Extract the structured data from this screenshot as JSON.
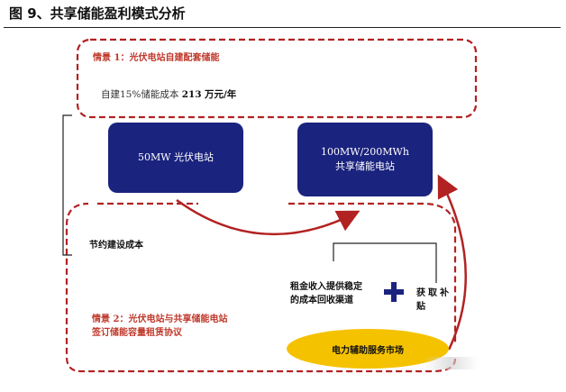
{
  "figure": {
    "title": "图 9、共享储能盈利模式分析"
  },
  "scenario1": {
    "label": "情景 1：光伏电站自建配套储能",
    "cost_prefix": "自建15%储能成本",
    "cost_value": "213",
    "cost_unit": "万元/年"
  },
  "stations": {
    "pv": {
      "line1": "50MW 光伏电站"
    },
    "storage": {
      "line1": "100MW/200MWh",
      "line2": "共享储能电站"
    }
  },
  "flows": {
    "save_cost": "节约建设成本",
    "rent_income_line1": "租金收入提供稳定",
    "rent_income_line2": "的成本回收渠道",
    "subsidy_line1": "获取补",
    "subsidy_line2": "贴"
  },
  "scenario2": {
    "label_line1": "情景 2：光伏电站与共享储能电站",
    "label_line2": "签订储能容量租赁协议"
  },
  "market": {
    "label": "电力辅助服务市场"
  },
  "colors": {
    "dashed_border": "#b22222",
    "station_fill": "#1a237e",
    "market_fill": "#f5c200",
    "label_red": "#c0392b"
  }
}
